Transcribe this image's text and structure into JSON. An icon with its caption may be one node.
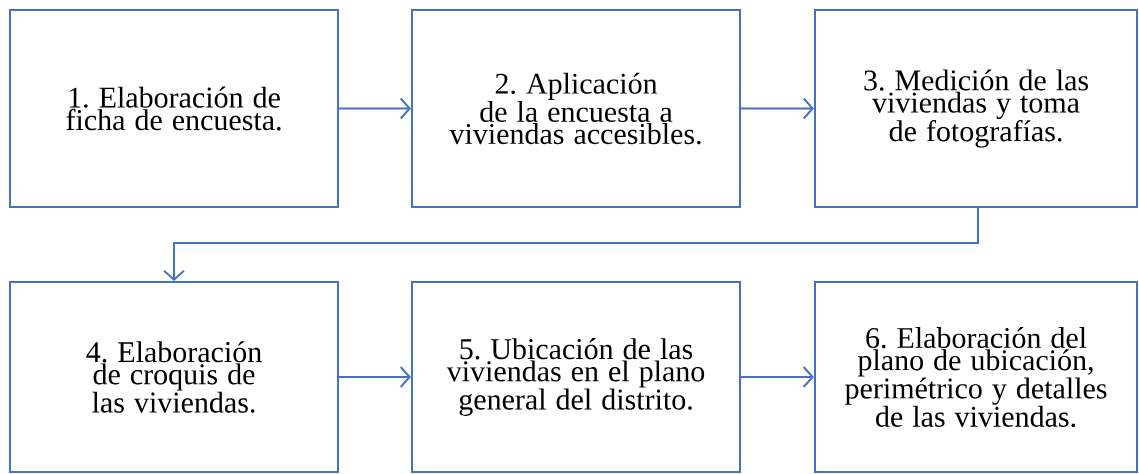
{
  "diagram": {
    "nodes": [
      {
        "text": [
          "1. Elaboración de ficha de encuesta."
        ]
      },
      {
        "text": [
          "2. Aplicación de la encuesta a viviendas accesibles."
        ]
      },
      {
        "text": [
          "3. Medición de las viviendas y toma de fotografías."
        ]
      },
      {
        "text": [
          "4. Elaboración de croquis de las viviendas."
        ]
      },
      {
        "text": [
          "5. Ubicación de las viviendas en el plano general del distrito."
        ]
      },
      {
        "text": [
          "6. Elaboración del plano de ubicación, perimétrico y detalles de las viviendas."
        ]
      }
    ],
    "edges": [
      {
        "from": 0,
        "to": 1,
        "arrow": "to"
      },
      {
        "from": 1,
        "to": 2,
        "arrow": "to"
      },
      {
        "from": 2,
        "to": 3,
        "arrow": "to"
      },
      {
        "from": 3,
        "to": 4,
        "arrow": "to"
      },
      {
        "from": 4,
        "to": 5,
        "arrow": "to"
      }
    ]
  }
}
